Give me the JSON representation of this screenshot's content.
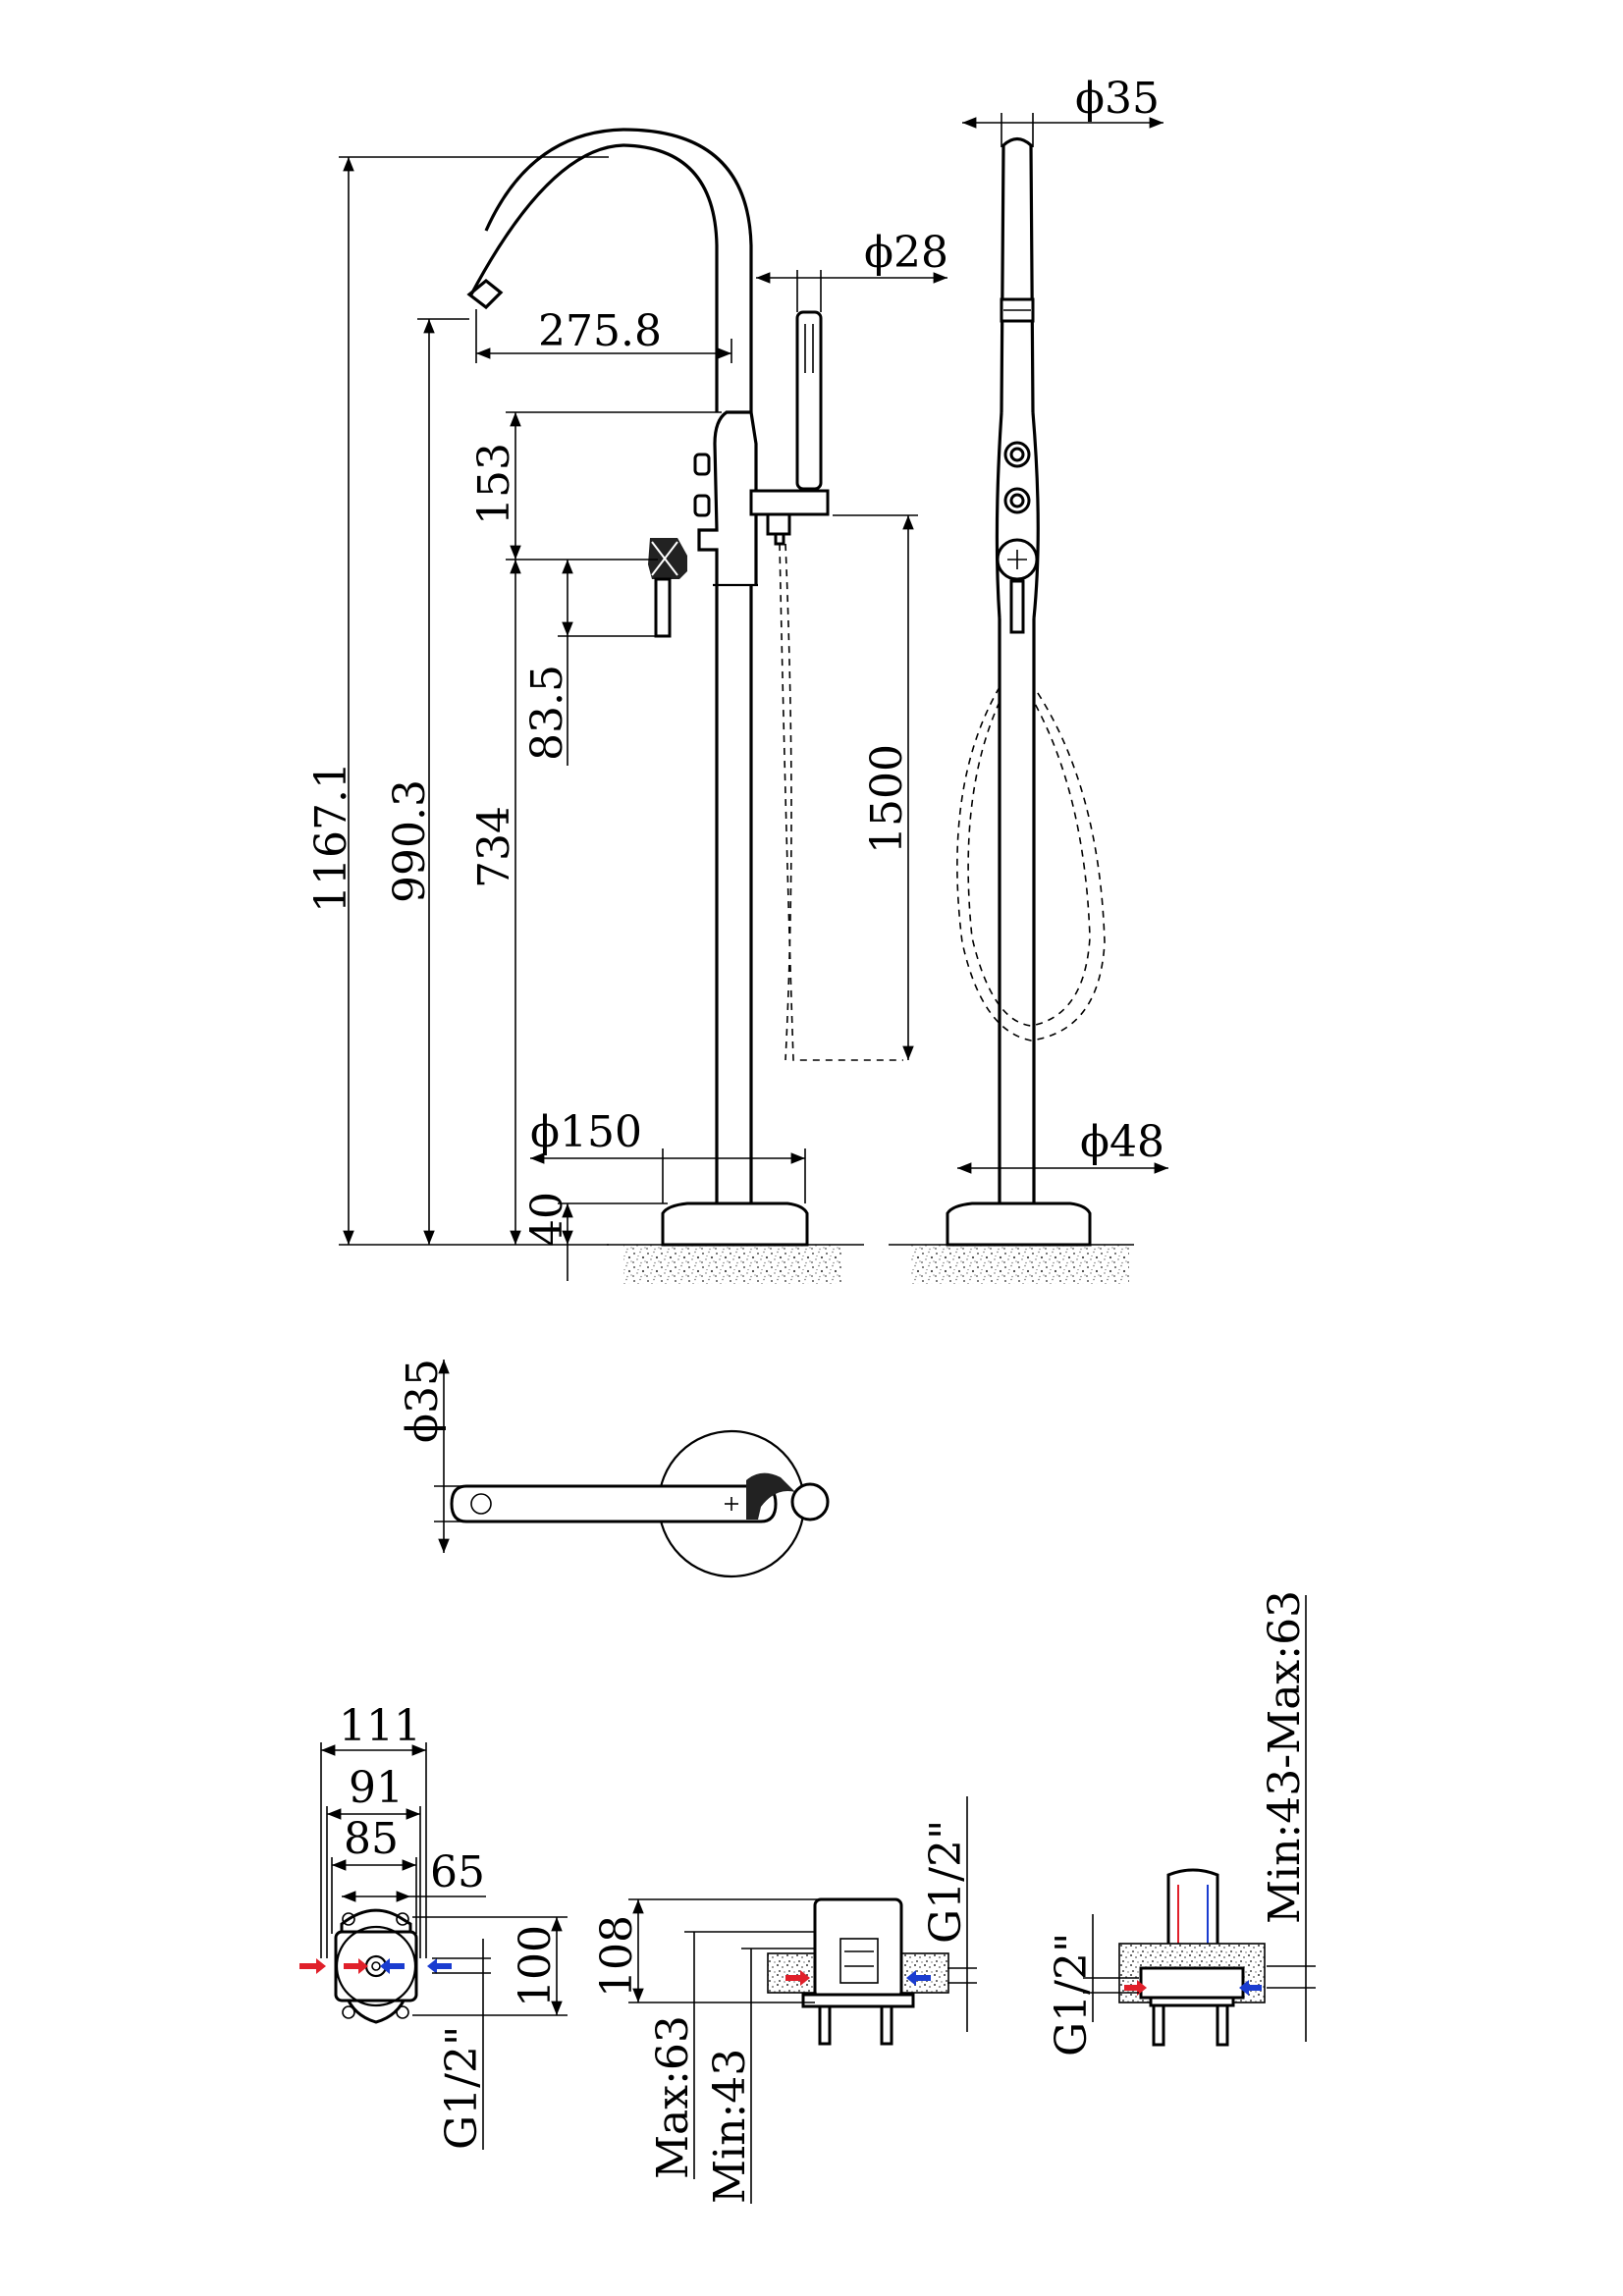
{
  "dimensions": {
    "front_view": {
      "overall_height": "1167.1",
      "spout_height": "990.3",
      "handle_height": "734",
      "spout_reach": "275.8",
      "upper_body": "153",
      "handle_offset": "83.5",
      "base_height": "40",
      "base_diameter": "ϕ150",
      "hand_shower_diameter": "ϕ28",
      "hose_length": "1500"
    },
    "side_view": {
      "spout_diameter": "ϕ35",
      "pipe_diameter": "ϕ48"
    },
    "top_view": {
      "spout_diameter": "ϕ35"
    },
    "rough_in_plan": {
      "width_111": "111",
      "width_91": "91",
      "width_85": "85",
      "width_65": "65",
      "depth_100": "100",
      "thread": "G1/2\""
    },
    "rough_in_section": {
      "height_108": "108",
      "max": "Max:63",
      "min": "Min:43",
      "thread": "G1/2\""
    },
    "rough_in_side": {
      "thread": "G1/2\"",
      "range": "Min:43-Max:63"
    }
  },
  "colors": {
    "hot": "#e0202a",
    "cold": "#1a3cd0",
    "ink": "#000000"
  },
  "icons": [
    "hot-inlet-arrow-icon",
    "cold-inlet-arrow-icon"
  ]
}
